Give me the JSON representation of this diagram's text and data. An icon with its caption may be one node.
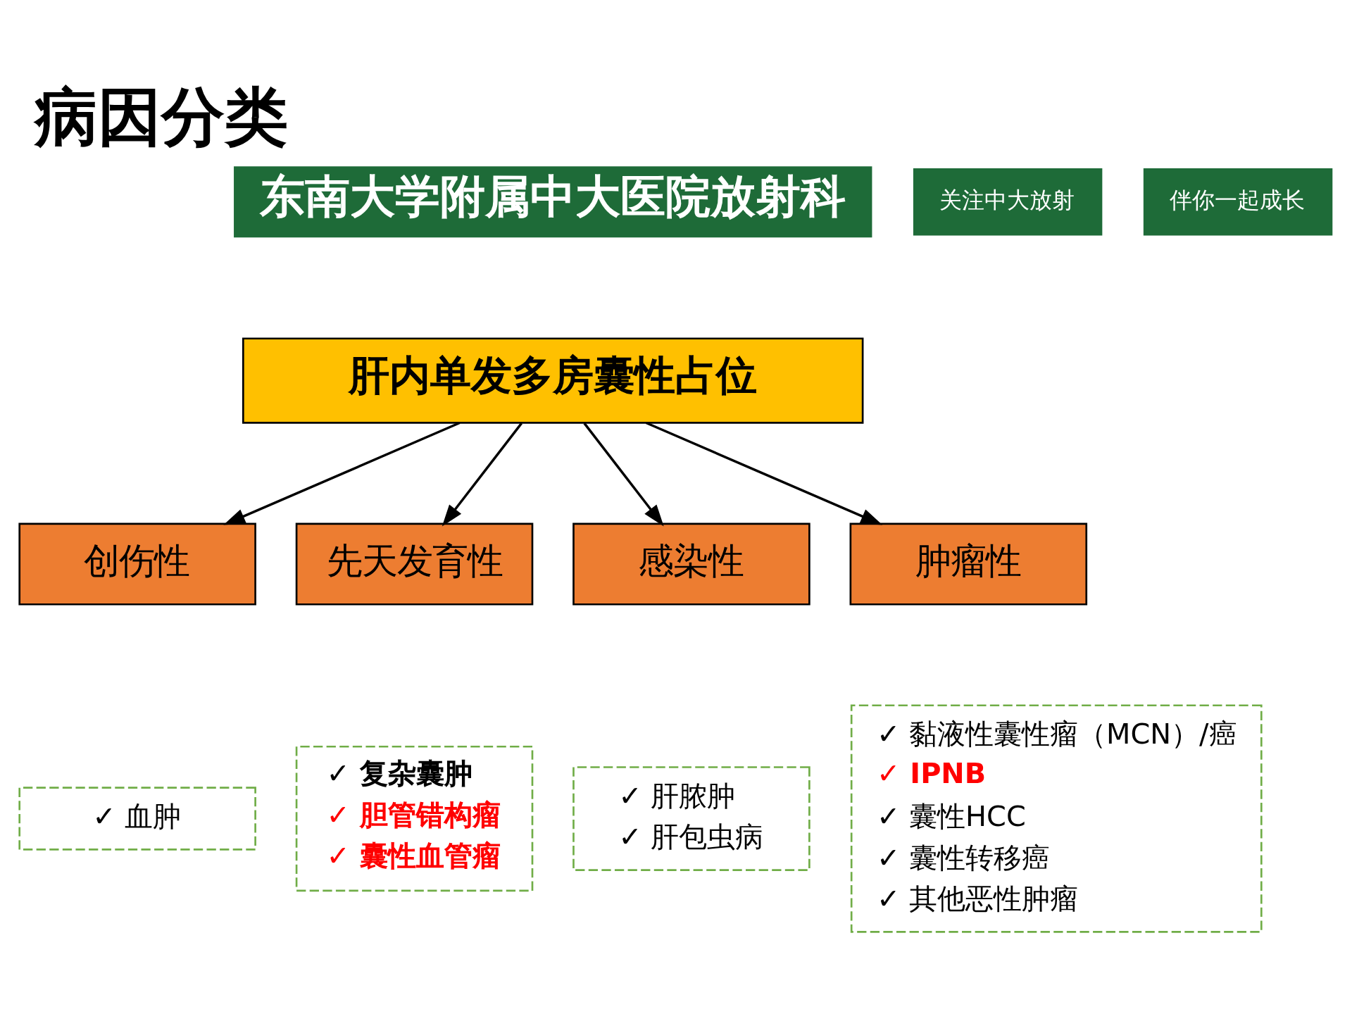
{
  "diagram": {
    "title": "病因分类",
    "nodes": [
      {
        "text": [
          "肝内单发多房囊性占位"
        ]
      },
      {
        "text": [
          "创伤性"
        ]
      },
      {
        "text": [
          "先天发育性"
        ]
      },
      {
        "text": [
          "感染性"
        ]
      },
      {
        "text": [
          "肿瘤性"
        ]
      },
      {
        "text": [
          "✓ 血肿"
        ]
      },
      {
        "text": [
          "✓ 复杂囊肿",
          "✓ 胆管错构瘤",
          "✓ 囊性血管瘤"
        ]
      },
      {
        "text": [
          "✓ 肝脓肿",
          "✓ 肝包虫病"
        ]
      },
      {
        "text": [
          "✓ 黏液性囊性瘤（MCN）/癌",
          "✓ IPNB",
          "✓ 囊性HCC",
          "✓ 囊性转移癌",
          "✓ 其他恶性肿瘤"
        ]
      }
    ],
    "edges": [
      {
        "from": 0,
        "to": 1,
        "arrow": "to"
      },
      {
        "from": 0,
        "to": 2,
        "arrow": "to"
      },
      {
        "from": 0,
        "to": 3,
        "arrow": "to"
      },
      {
        "from": 0,
        "to": 4,
        "arrow": "to"
      }
    ],
    "labels": [
      "东南大学附属中大医院放射科",
      "关注中大放射",
      "伴你一起成长"
    ]
  }
}
